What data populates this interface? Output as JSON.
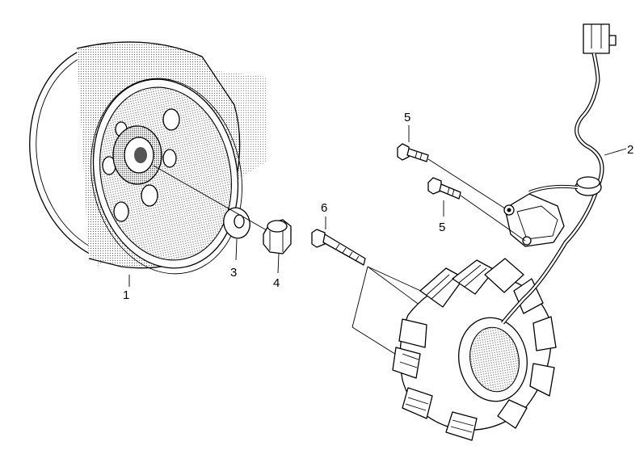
{
  "diagram": {
    "callouts": [
      {
        "id": "1",
        "part": "flywheel",
        "label": "1"
      },
      {
        "id": "2",
        "part": "stator-wire-harness",
        "label": "2"
      },
      {
        "id": "3",
        "part": "washer",
        "label": "3"
      },
      {
        "id": "4",
        "part": "nut",
        "label": "4"
      },
      {
        "id": "5a",
        "part": "pulser-bolt-upper",
        "label": "5"
      },
      {
        "id": "5b",
        "part": "pulser-bolt-lower",
        "label": "5"
      },
      {
        "id": "6",
        "part": "stator-bolt",
        "label": "6"
      }
    ],
    "colors": {
      "line": "#000000",
      "shade": "#7a7a7a",
      "background": "#ffffff"
    }
  }
}
